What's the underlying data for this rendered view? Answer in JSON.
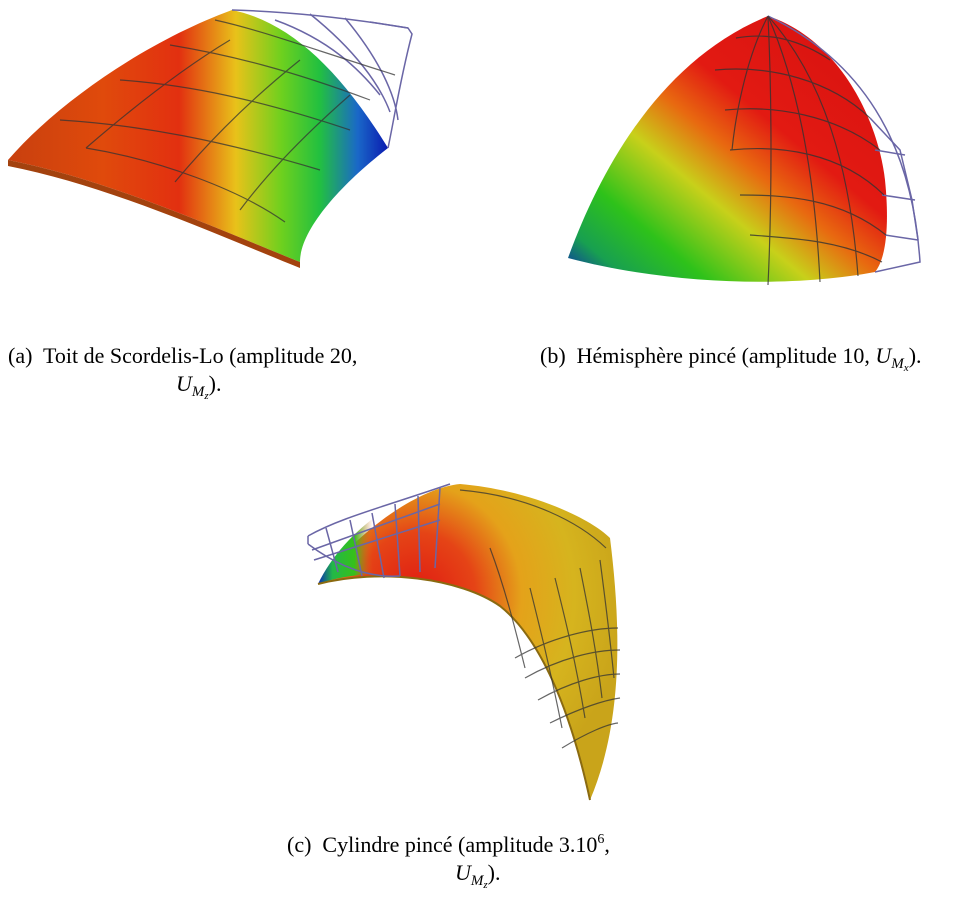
{
  "figures": [
    {
      "id": "a",
      "label": "(a)",
      "caption_line1": "Toit de Scordelis-Lo (amplitude 20,",
      "caption_var": "U",
      "caption_sub": "M",
      "caption_subsub": "z",
      "caption_tail": ")."
    },
    {
      "id": "b",
      "label": "(b)",
      "caption_line1": "Hémisphère pincé (amplitude 10, ",
      "caption_var": "U",
      "caption_sub": "M",
      "caption_subsub": "x",
      "caption_tail": ")."
    },
    {
      "id": "c",
      "label": "(c)",
      "caption_line1": "Cylindre pincé (amplitude 3.10",
      "caption_sup": "6",
      "caption_line1_tail": ",",
      "caption_var": "U",
      "caption_sub": "M",
      "caption_subsub": "z",
      "caption_tail": ")."
    }
  ],
  "colors": {
    "red": "#e41414",
    "orange": "#e86a10",
    "yellow": "#d9c21a",
    "green": "#29c21c",
    "blue": "#0a2ab8",
    "wireframe": "#6a66a6",
    "mesh": "#333333"
  }
}
